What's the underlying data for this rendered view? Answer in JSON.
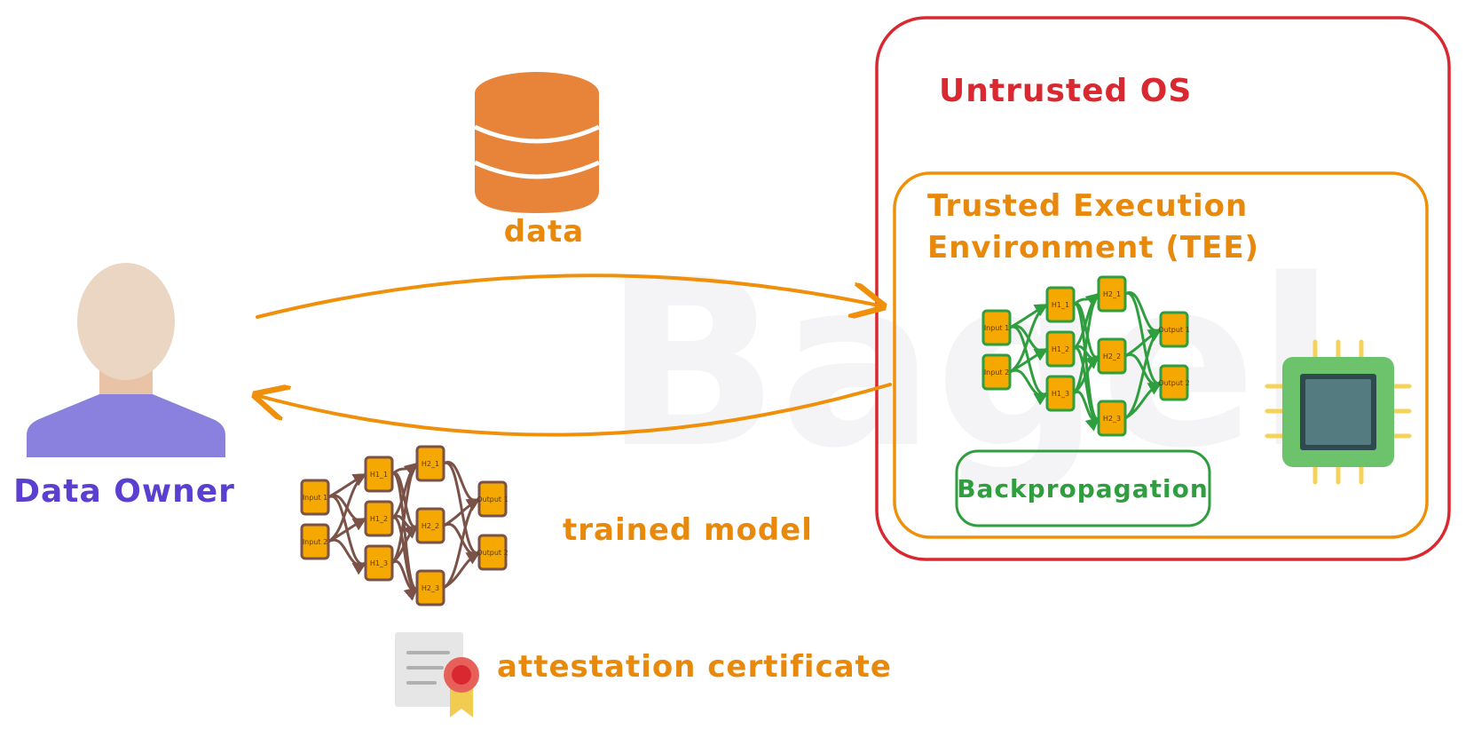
{
  "labels": {
    "data_owner": "Data Owner",
    "data": "data",
    "trained_model": "trained model",
    "attestation_certificate": "attestation certificate",
    "untrusted_os": "Untrusted OS",
    "tee_line1": "Trusted Execution",
    "tee_line2": "Environment (TEE)",
    "backpropagation": "Backpropagation"
  },
  "watermark": "Bagel",
  "network": {
    "inputs": [
      "Input 1",
      "Input 2"
    ],
    "hidden1": [
      "H1_1",
      "H1_2",
      "H1_3"
    ],
    "hidden2": [
      "H2_1",
      "H2_2",
      "H2_3"
    ],
    "outputs": [
      "Output 1",
      "Output 2"
    ]
  },
  "colors": {
    "orange": "#f0900a",
    "label_orange": "#e8890c",
    "db_orange": "#e8843a",
    "red": "#d9282f",
    "green": "#2e9e3e",
    "purple": "#5b3fd0",
    "person_purple": "#8a80dd",
    "node_fill": "#f5a800",
    "brown": "#7a5248",
    "chip_green": "#6cc36c",
    "chip_screen": "#547b80",
    "chip_pin": "#f5d35a",
    "cert_gray": "#e6e6e6",
    "seal_red": "#e8605a",
    "ribbon_yellow": "#f2cc50"
  },
  "icons": {
    "user": "user-icon",
    "database": "database-icon",
    "chip": "cpu-chip-icon",
    "certificate": "certificate-icon",
    "network": "neural-network-icon"
  }
}
